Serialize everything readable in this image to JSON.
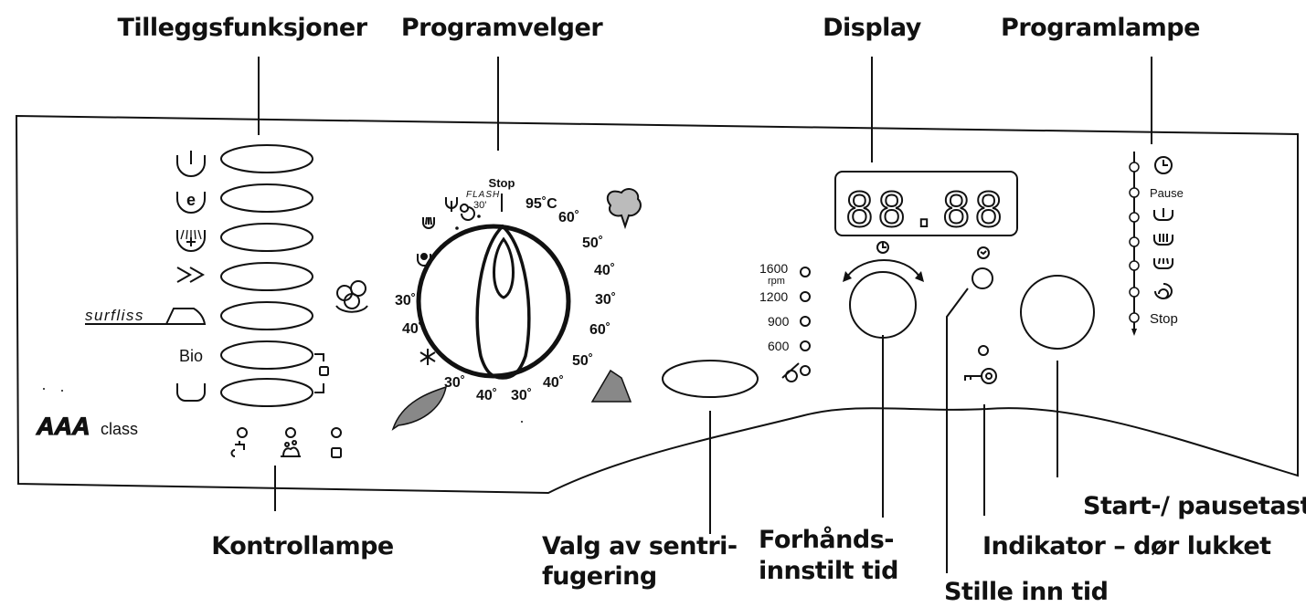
{
  "callouts": {
    "tilleggsfunksjoner": "Tilleggsfunksjoner",
    "programvelger": "Programvelger",
    "display": "Display",
    "programlampe": "Programlampe",
    "kontrollampe": "Kontrollampe",
    "sentrifugering_1": "Valg av sentri-",
    "sentrifugering_2": "fugering",
    "forhand_1": "Forhånds-",
    "forhand_2": "innstilt tid",
    "stille": "Stille inn tid",
    "indikator": "Indikator – dør lukket",
    "start": "Start-/ pausetast"
  },
  "panel": {
    "brand_aaa": "AAA",
    "brand_class": "class",
    "surfliss": "surfliss",
    "bio": "Bio"
  },
  "dial": {
    "stop": "Stop",
    "flash": "FLASH",
    "flash_temp": "30'",
    "t95": "95˚C",
    "right": [
      "60˚",
      "50˚",
      "40˚",
      "30˚",
      "60˚",
      "50˚"
    ],
    "bottom": [
      "30˚",
      "40˚",
      "30˚",
      "40˚"
    ],
    "left": [
      "30˚",
      "40˚"
    ]
  },
  "spin": {
    "options": [
      "1600",
      "1200",
      "900",
      "600"
    ],
    "unit": "rpm"
  },
  "display": {
    "digits": "88.88"
  },
  "program_lamps": {
    "pause": "Pause",
    "stop": "Stop"
  },
  "icons": [
    "prewash-icon",
    "eco-icon",
    "shower-icon",
    "fast-forward-icon",
    "iron-icon",
    "bio-icon",
    "drum-icon",
    "cotton-icon",
    "synthetic-icon",
    "wool-icon",
    "feather-icon",
    "snowflake-icon",
    "key-icon",
    "tap-icon",
    "lock-icon",
    "clock-icon"
  ]
}
